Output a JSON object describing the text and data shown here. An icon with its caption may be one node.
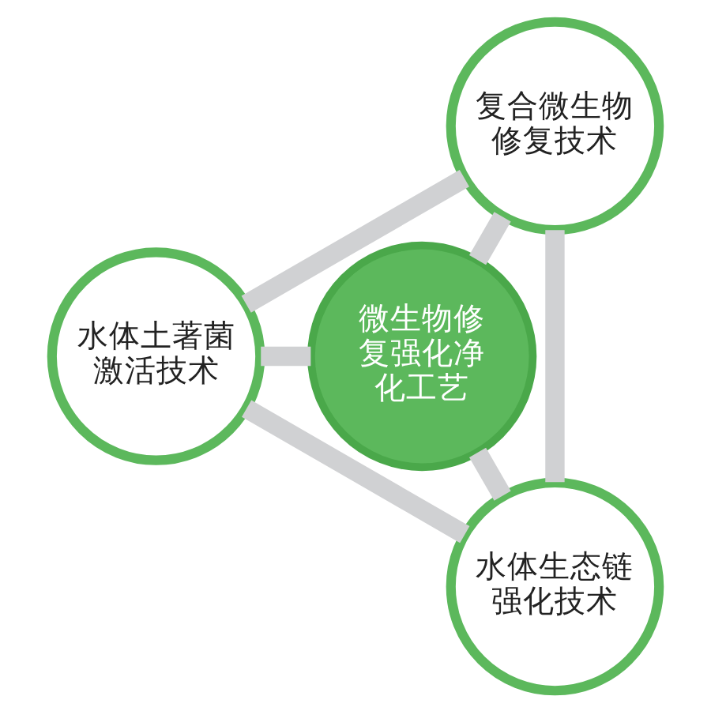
{
  "diagram": {
    "nodes": [
      {
        "text": [
          "微生物修复强化净化工艺"
        ]
      },
      {
        "text": [
          "复合微生物修复技术"
        ]
      },
      {
        "text": [
          "水体土著菌激活技术"
        ]
      },
      {
        "text": [
          "水体生态链强化技术"
        ]
      }
    ],
    "edges": [
      {
        "from": 0,
        "to": 1,
        "arrow": "none"
      },
      {
        "from": 0,
        "to": 2,
        "arrow": "none"
      },
      {
        "from": 0,
        "to": 3,
        "arrow": "none"
      },
      {
        "from": 1,
        "to": 2,
        "arrow": "none"
      },
      {
        "from": 2,
        "to": 3,
        "arrow": "none"
      },
      {
        "from": 3,
        "to": 1,
        "arrow": "none"
      }
    ]
  }
}
